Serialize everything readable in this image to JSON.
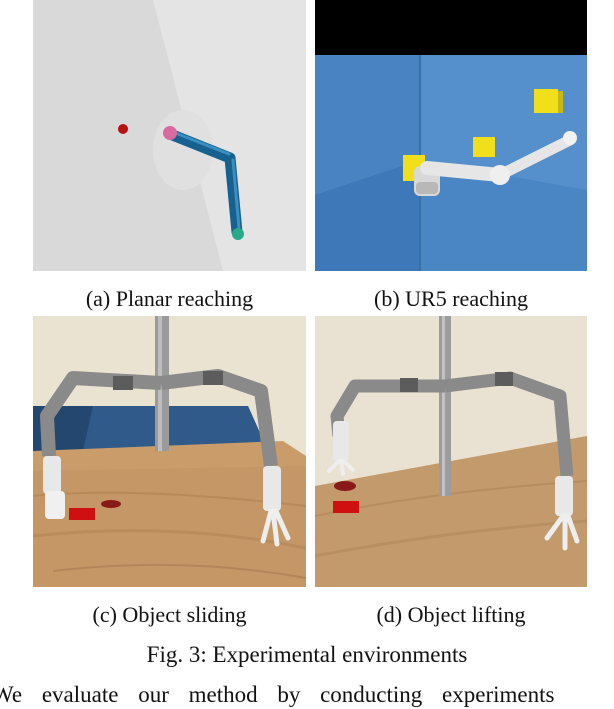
{
  "figure": {
    "panels": [
      {
        "id": "a",
        "caption": "(a) Planar reaching"
      },
      {
        "id": "b",
        "caption": "(b) UR5 reaching"
      },
      {
        "id": "c",
        "caption": "(c) Object sliding"
      },
      {
        "id": "d",
        "caption": "(d) Object lifting"
      }
    ],
    "caption": "Fig. 3: Experimental environments"
  },
  "body_text": "We evaluate our method by conducting experiments",
  "colors": {
    "planar_bg": "#dcdcdc",
    "arm_blue": "#1a6a9a",
    "target_red": "#c01010",
    "ur5_wall": "#4f88c6",
    "ur5_target": "#f2e21c",
    "table_wood": "#c9a070",
    "wall_beige": "#ece4d2",
    "object_red": "#d01010"
  }
}
